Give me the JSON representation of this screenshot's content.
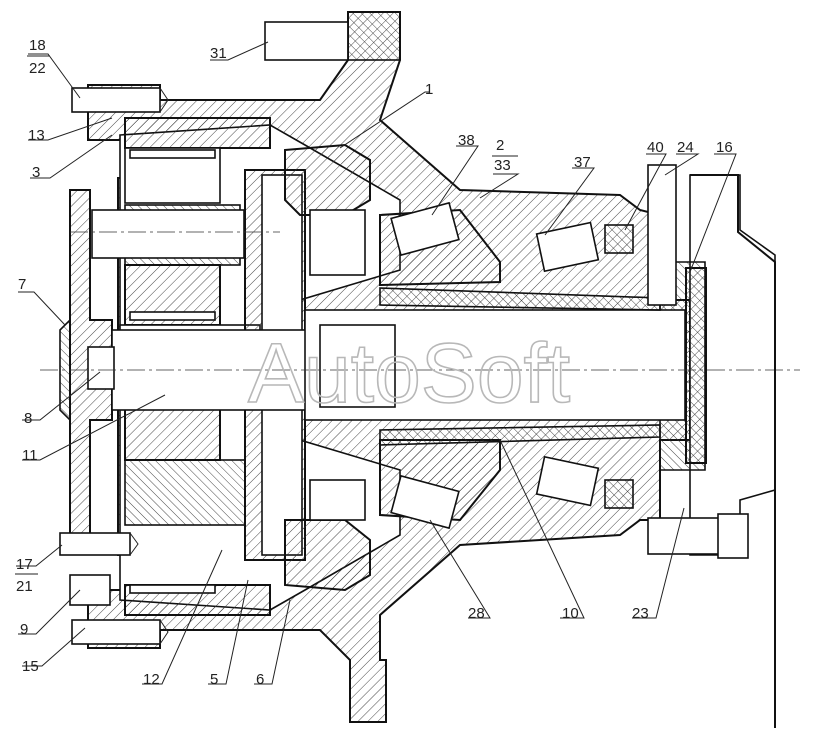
{
  "watermark": "AutoSoft",
  "callouts": [
    {
      "id": "c18",
      "text": "18"
    },
    {
      "id": "c22",
      "text": "22"
    },
    {
      "id": "c13",
      "text": "13"
    },
    {
      "id": "c3",
      "text": "3"
    },
    {
      "id": "c7",
      "text": "7"
    },
    {
      "id": "c8",
      "text": "8"
    },
    {
      "id": "c11",
      "text": "11"
    },
    {
      "id": "c17",
      "text": "17"
    },
    {
      "id": "c21",
      "text": "21"
    },
    {
      "id": "c9",
      "text": "9"
    },
    {
      "id": "c15",
      "text": "15"
    },
    {
      "id": "c12",
      "text": "12"
    },
    {
      "id": "c5",
      "text": "5"
    },
    {
      "id": "c6",
      "text": "6"
    },
    {
      "id": "c31",
      "text": "31"
    },
    {
      "id": "c1",
      "text": "1"
    },
    {
      "id": "c38",
      "text": "38"
    },
    {
      "id": "c2",
      "text": "2"
    },
    {
      "id": "c33",
      "text": "33"
    },
    {
      "id": "c37",
      "text": "37"
    },
    {
      "id": "c40",
      "text": "40"
    },
    {
      "id": "c24",
      "text": "24"
    },
    {
      "id": "c16",
      "text": "16"
    },
    {
      "id": "c28",
      "text": "28"
    },
    {
      "id": "c10",
      "text": "10"
    },
    {
      "id": "c23",
      "text": "23"
    }
  ]
}
